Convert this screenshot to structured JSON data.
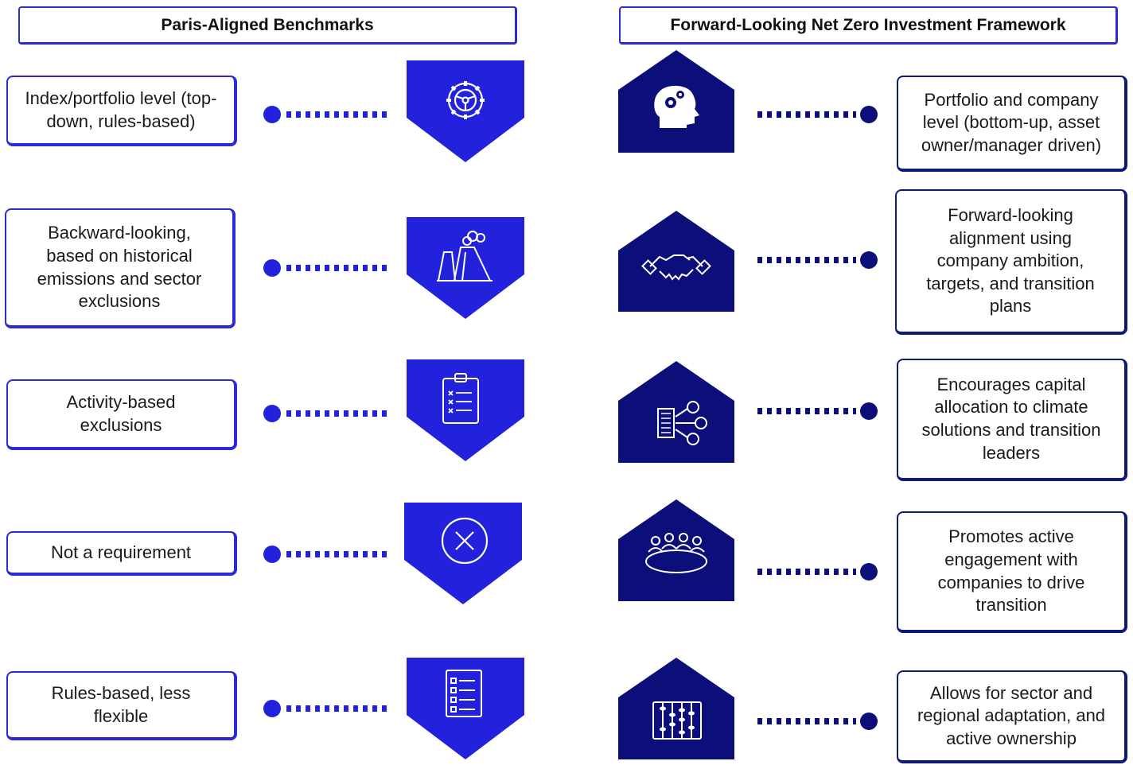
{
  "left_header": "Paris-Aligned Benchmarks",
  "right_header": "Forward-Looking Net Zero Investment Framework",
  "left_items": [
    {
      "label": "Index/portfolio level (top-down, rules-based)",
      "icon": "steering-gear-icon"
    },
    {
      "label": "Backward-looking, based on historical emissions and sector exclusions",
      "icon": "factory-emissions-icon"
    },
    {
      "label": "Activity-based exclusions",
      "icon": "clipboard-checklist-icon"
    },
    {
      "label": "Not a requirement",
      "icon": "x-circle-icon"
    },
    {
      "label": "Rules-based, less flexible",
      "icon": "checklist-document-icon"
    }
  ],
  "right_items": [
    {
      "label": "Portfolio and company level (bottom-up, asset owner/manager driven)",
      "icon": "head-gears-icon"
    },
    {
      "label": "Forward-looking alignment using company ambition, targets, and transition plans",
      "icon": "handshake-icon"
    },
    {
      "label": "Encourages capital allocation to climate solutions and transition leaders",
      "icon": "building-people-icon"
    },
    {
      "label": "Promotes active engagement with companies to drive transition",
      "icon": "meeting-table-icon"
    },
    {
      "label": "Allows for sector and regional adaptation, and active ownership",
      "icon": "abacus-icon"
    }
  ],
  "colors": {
    "left_accent": "#2222dd",
    "right_accent": "#0c0f7a"
  }
}
